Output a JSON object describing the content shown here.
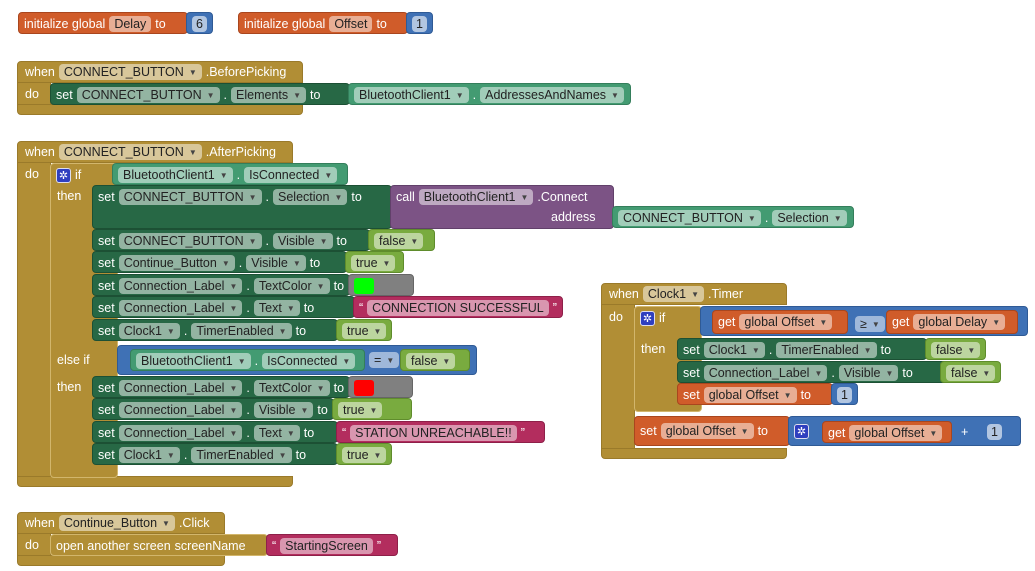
{
  "kw": {
    "when": "when",
    "do": "do",
    "set": "set",
    "to": "to",
    "if": "if",
    "then": "then",
    "else_if": "else if",
    "call": "call",
    "address": "address",
    "get": "get",
    "dot": ".",
    "qo": "“",
    "qc": "”",
    "plus": "+",
    "open_screen": "open another screen",
    "screen_name": "screenName"
  },
  "globals": [
    {
      "label": "initialize global",
      "name": "Delay",
      "to": "to",
      "value": "6"
    },
    {
      "label": "initialize global",
      "name": "Offset",
      "to": "to",
      "value": "1"
    }
  ],
  "before": {
    "component": "CONNECT_BUTTON",
    "event": ".BeforePicking",
    "set": {
      "component": "CONNECT_BUTTON",
      "property": "Elements"
    },
    "value": {
      "component": "BluetoothClient1",
      "property": "AddressesAndNames"
    }
  },
  "after": {
    "component": "CONNECT_BUTTON",
    "event": ".AfterPicking",
    "cond": {
      "component": "BluetoothClient1",
      "property": "IsConnected"
    },
    "then": [
      {
        "component": "CONNECT_BUTTON",
        "property": "Selection",
        "call_component": "BluetoothClient1",
        "method": ".Connect",
        "arg": {
          "component": "CONNECT_BUTTON",
          "property": "Selection"
        }
      },
      {
        "component": "CONNECT_BUTTON",
        "property": "Visible",
        "value": "false"
      },
      {
        "component": "Continue_Button",
        "property": "Visible",
        "value": "true"
      },
      {
        "component": "Connection_Label",
        "property": "TextColor",
        "color": "#00ff00"
      },
      {
        "component": "Connection_Label",
        "property": "Text",
        "value": "CONNECTION SUCCESSFUL"
      },
      {
        "component": "Clock1",
        "property": "TimerEnabled",
        "value": "true"
      }
    ],
    "elseif": {
      "component": "BluetoothClient1",
      "property": "IsConnected",
      "op": "=",
      "value": "false"
    },
    "else_then": [
      {
        "component": "Connection_Label",
        "property": "TextColor",
        "color": "#ff0000"
      },
      {
        "component": "Connection_Label",
        "property": "Visible",
        "value": "true"
      },
      {
        "component": "Connection_Label",
        "property": "Text",
        "value": "STATION UNREACHABLE!!"
      },
      {
        "component": "Clock1",
        "property": "TimerEnabled",
        "value": "true"
      }
    ]
  },
  "timer": {
    "component": "Clock1",
    "event": ".Timer",
    "cond": {
      "left": "global Offset",
      "op": "≥",
      "right": "global Delay"
    },
    "then": [
      {
        "component": "Clock1",
        "property": "TimerEnabled",
        "value": "false"
      },
      {
        "component": "Connection_Label",
        "property": "Visible",
        "value": "false"
      },
      {
        "variable": "global Offset",
        "value": "1"
      }
    ],
    "after": {
      "variable": "global Offset",
      "get": "global Offset",
      "value": "1"
    }
  },
  "click": {
    "component": "Continue_Button",
    "event": ".Click",
    "screen": "StartingScreen"
  },
  "colors": {
    "event": "#b18e35",
    "setter": "#276845",
    "getter": "#439b72",
    "logic": "#79ab3f",
    "text": "#b32d5e",
    "math": "#3f71b5",
    "variable": "#d05c2a",
    "procedure": "#7c5385"
  }
}
